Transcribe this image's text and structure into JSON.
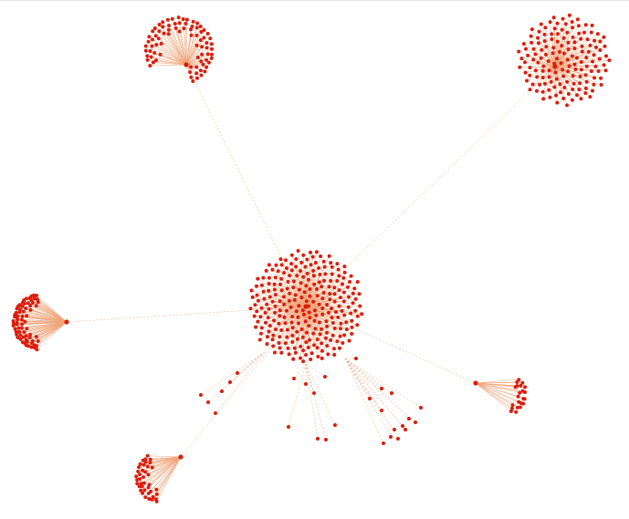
{
  "graph": {
    "type": "network",
    "node_color": "#dd1c0c",
    "edge_color": "#f0a57a",
    "background": "#ffffff",
    "clusters": [
      {
        "id": "central-hub",
        "nodes": 260
      },
      {
        "id": "upper-left-hub",
        "nodes": 80
      },
      {
        "id": "upper-right-hub",
        "nodes": 150
      },
      {
        "id": "left-hub",
        "nodes": 70
      },
      {
        "id": "bottom-left-hub",
        "nodes": 40
      },
      {
        "id": "lower-right-hub",
        "nodes": 22
      }
    ],
    "hub_links": [
      [
        "central-hub",
        "upper-left-hub"
      ],
      [
        "central-hub",
        "upper-right-hub"
      ],
      [
        "central-hub",
        "left-hub"
      ],
      [
        "central-hub",
        "bottom-left-hub"
      ],
      [
        "central-hub",
        "lower-right-hub"
      ]
    ],
    "branch_groups": [
      {
        "id": "branch-a",
        "nodes": 6
      },
      {
        "id": "branch-b",
        "nodes": 8
      },
      {
        "id": "branch-c",
        "nodes": 14
      }
    ]
  }
}
